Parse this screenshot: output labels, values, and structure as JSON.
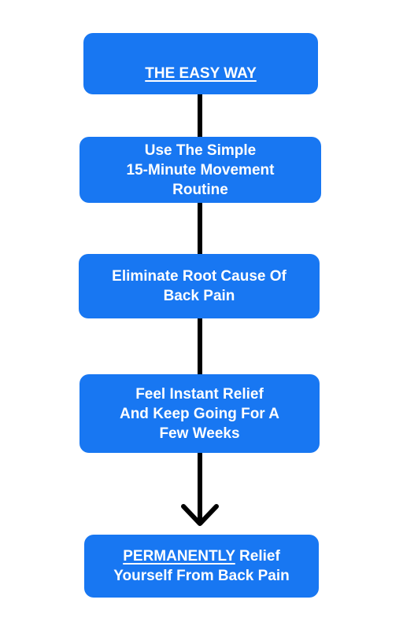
{
  "colors": {
    "box": "#1877f2",
    "text": "#ffffff",
    "connector": "#000000"
  },
  "steps": [
    {
      "underlined": "THE EASY WAY",
      "text": ""
    },
    {
      "underlined": "",
      "text": "Use The Simple\n15-Minute Movement\nRoutine"
    },
    {
      "underlined": "",
      "text": "Eliminate Root Cause Of\nBack Pain"
    },
    {
      "underlined": "",
      "text": "Feel Instant Relief\nAnd Keep Going For A\nFew Weeks"
    },
    {
      "underlined": "PERMANENTLY",
      "text": " Relief\nYourself From Back Pain"
    }
  ]
}
